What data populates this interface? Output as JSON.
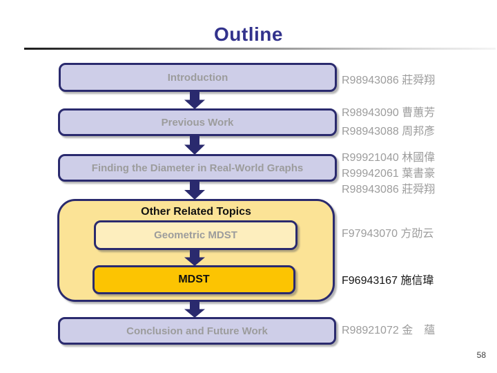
{
  "slide": {
    "title": "Outline",
    "page_number": "58"
  },
  "colors": {
    "title_navy": "#32328C",
    "border_navy": "#2A2A6E",
    "lavender_fill": "#CECEE8",
    "group_yellow_fill": "#FBE396",
    "inner_yellow_fill": "#FDEEBE",
    "gold_fill": "#FCC402",
    "gray_label": "#9C9C9C",
    "black_label": "#111111"
  },
  "outline": {
    "introduction": {
      "label": "Introduction",
      "names": [
        "R98943086 莊舜翔"
      ]
    },
    "previous_work": {
      "label": "Previous Work",
      "names": [
        "R98943090 曹蕙芳",
        "R98943088 周邦彥"
      ]
    },
    "finding_diameter": {
      "label": "Finding the Diameter in Real-World Graphs",
      "names": [
        "R99921040 林國偉",
        "R99942061 葉書豪",
        "R98943086 莊舜翔"
      ]
    },
    "other_related_topics": {
      "label": "Other Related Topics",
      "geometric_mdst": {
        "label": "Geometric MDST",
        "names": [
          "F97943070 方劭云"
        ]
      },
      "mdst": {
        "label": "MDST",
        "names": [
          "F96943167 施信瑋"
        ]
      }
    },
    "conclusion": {
      "label": "Conclusion and Future Work",
      "names": [
        "R98921072 金　蘊"
      ]
    }
  }
}
